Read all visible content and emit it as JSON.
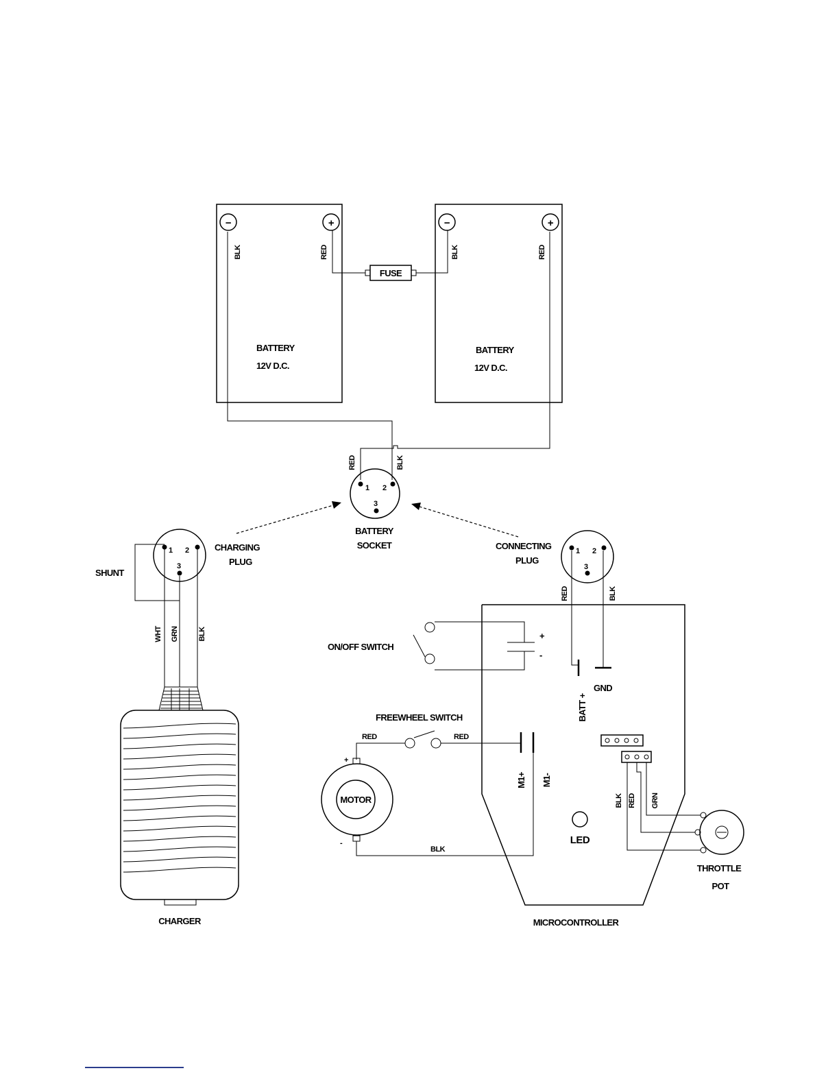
{
  "batteries": {
    "left": {
      "line1": "BATTERY",
      "line2": "12V D.C.",
      "neg_wire": "BLK",
      "pos_wire": "RED"
    },
    "right": {
      "line1": "BATTERY",
      "line2": "12V D.C.",
      "neg_wire": "BLK",
      "pos_wire": "RED"
    },
    "terminal_neg": "−",
    "terminal_pos": "+"
  },
  "fuse": "FUSE",
  "battery_socket": {
    "line1": "BATTERY",
    "line2": "SOCKET",
    "wire_red": "RED",
    "wire_blk": "BLK",
    "pins": [
      "1",
      "2",
      "3"
    ]
  },
  "charging_plug": {
    "line1": "CHARGING",
    "line2": "PLUG",
    "pins": [
      "1",
      "2",
      "3"
    ]
  },
  "connecting_plug": {
    "line1": "CONNECTING",
    "line2": "PLUG",
    "pins": [
      "1",
      "2",
      "3"
    ],
    "wire_red": "RED",
    "wire_blk": "BLK"
  },
  "shunt": "SHUNT",
  "charger": {
    "label": "CHARGER",
    "wires": [
      "WHT",
      "GRN",
      "BLK"
    ]
  },
  "onoff_switch": {
    "label": "ON/OFF SWITCH",
    "plus": "+",
    "minus": "-"
  },
  "microcontroller": {
    "label": "MICROCONTROLLER",
    "batt_plus": "BATT +",
    "gnd": "GND",
    "m1_plus": "M1+",
    "m1_minus": "M1-",
    "led": "LED"
  },
  "freewheel_switch": {
    "label": "FREEWHEEL SWITCH",
    "wire_left": "RED",
    "wire_right": "RED"
  },
  "motor": {
    "label": "MOTOR",
    "plus": "+",
    "minus": "-",
    "return_wire": "BLK"
  },
  "throttle": {
    "line1": "THROTTLE",
    "line2": "POT",
    "wires": [
      "BLK",
      "RED",
      "GRN"
    ]
  }
}
